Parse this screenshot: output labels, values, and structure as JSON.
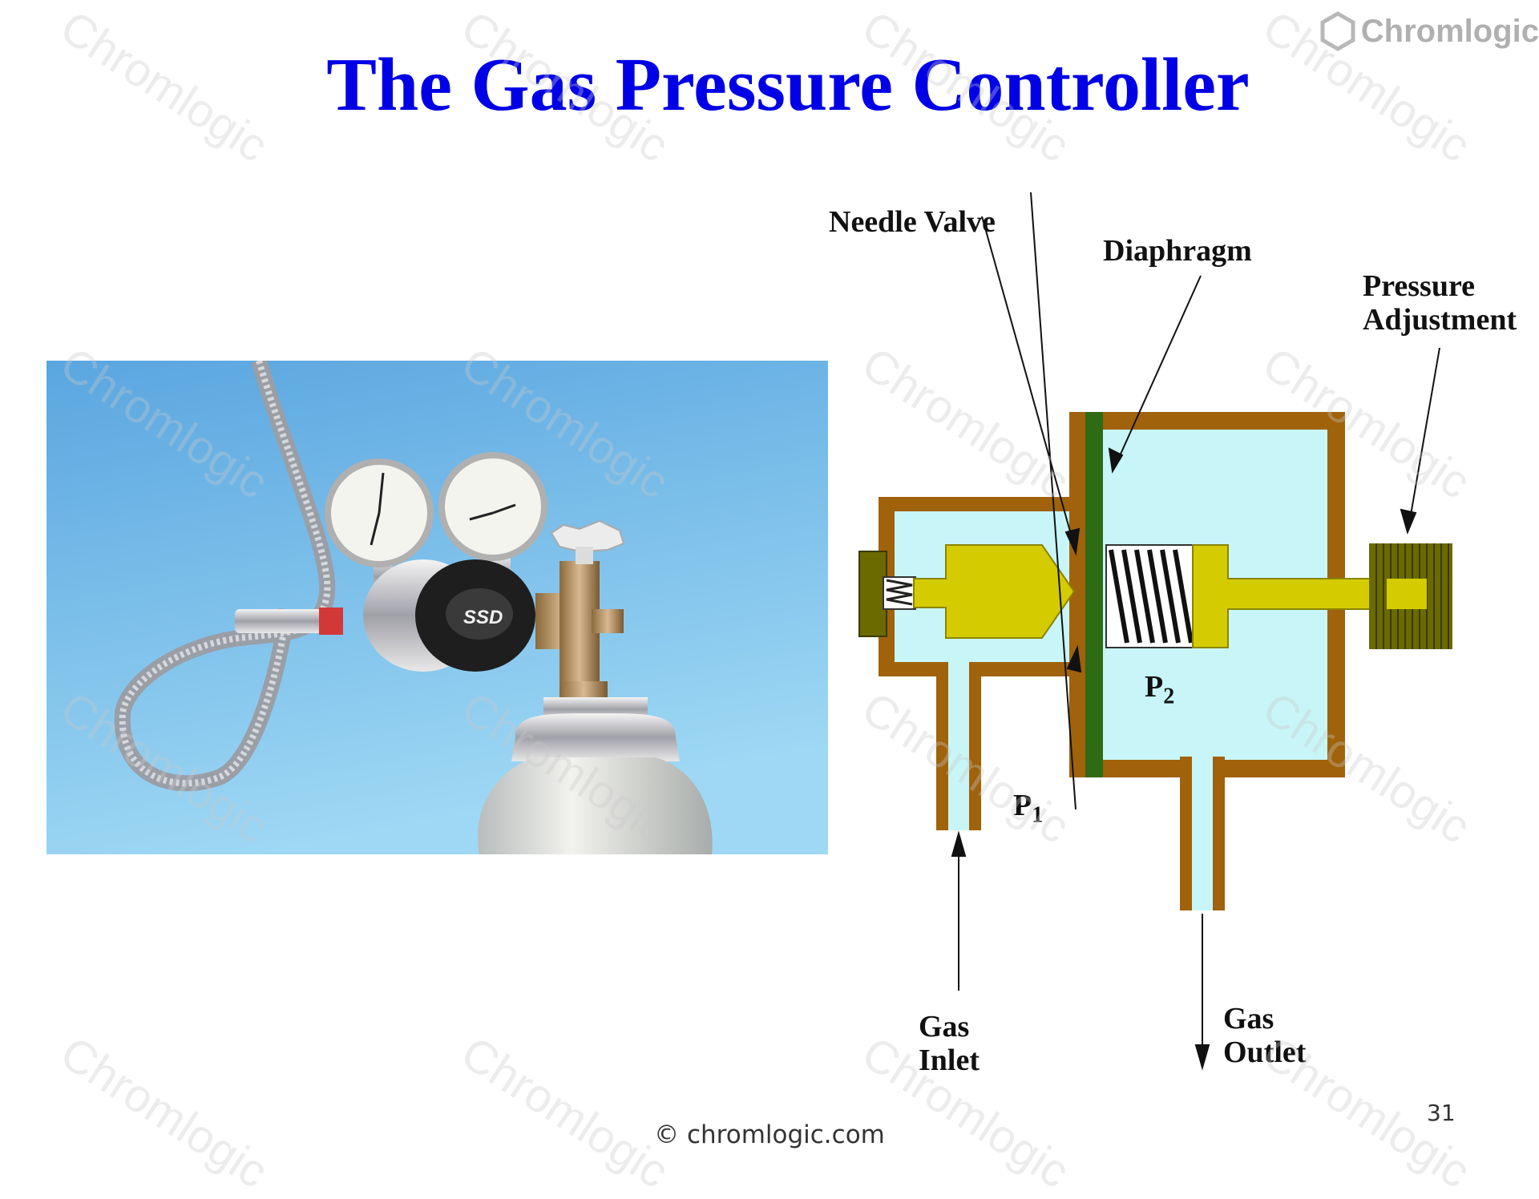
{
  "slide": {
    "title": "The Gas Pressure Controller",
    "brand": "Chromlogic",
    "watermark": "Chromlogic",
    "footer": "© chromlogic.com",
    "page_number": "31"
  },
  "photo": {
    "regulator_badge": "SSD"
  },
  "diagram": {
    "labels": {
      "needle_valve": "Needle Valve",
      "diaphragm": "Diaphragm",
      "pressure_adjustment_1": "Pressure",
      "pressure_adjustment_2": "Adjustment",
      "p1": "P",
      "p1_sub": "1",
      "p2": "P",
      "p2_sub": "2",
      "gas_inlet_1": "Gas",
      "gas_inlet_2": "Inlet",
      "gas_outlet_1": "Gas",
      "gas_outlet_2": "Outlet"
    }
  },
  "colors": {
    "title": "#0000e6",
    "chamber_wall": "#a0620a",
    "chamber_fill": "#c8f6f8",
    "valve": "#d4cc00",
    "diaphragm": "#2e6b14",
    "knob": "#6a6a00",
    "photo_bg": "#6eb6e6"
  }
}
